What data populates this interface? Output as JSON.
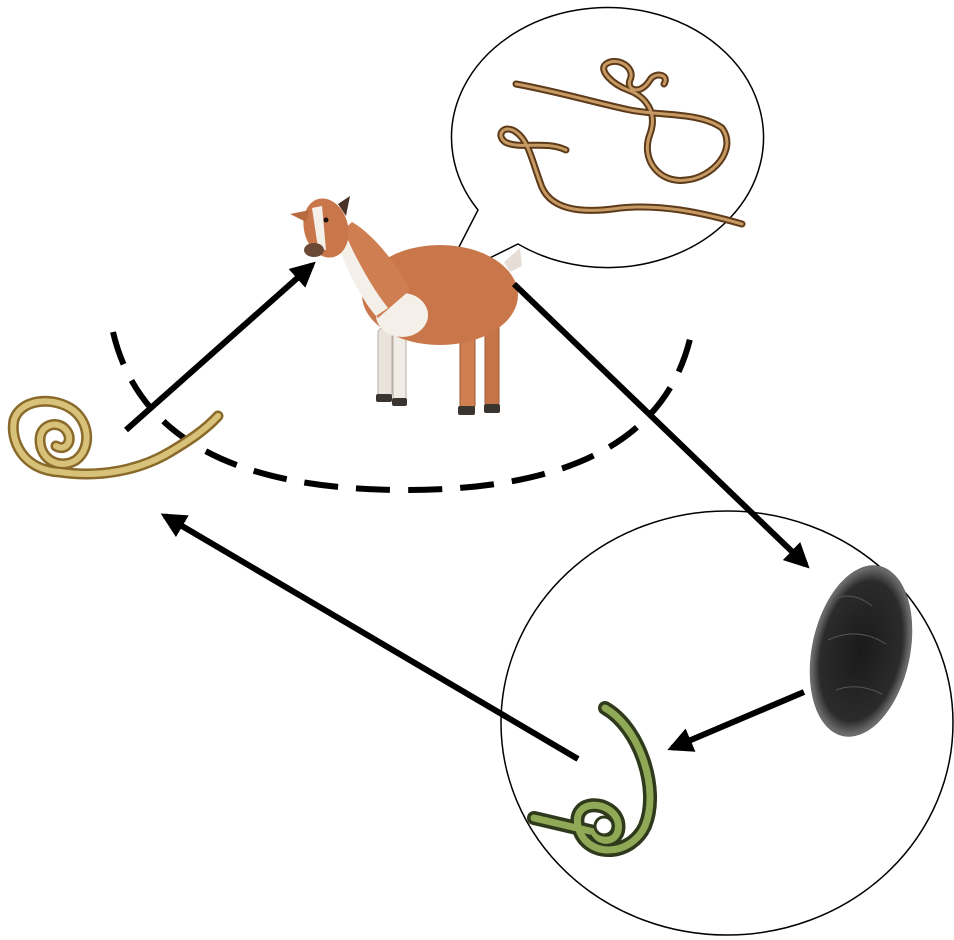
{
  "diagram": {
    "stages": [
      {
        "id": "host",
        "name": "goat-host"
      },
      {
        "id": "adult",
        "name": "adult-worms"
      },
      {
        "id": "egg",
        "name": "egg"
      },
      {
        "id": "larva-l1",
        "name": "hatched-larva"
      },
      {
        "id": "larva-l3",
        "name": "infective-larva"
      }
    ],
    "arrows": [
      {
        "from": "larva-l3",
        "to": "host"
      },
      {
        "from": "host",
        "to": "egg"
      },
      {
        "from": "egg",
        "to": "larva-l1"
      },
      {
        "from": "larva-l1",
        "to": "larva-l3"
      }
    ],
    "colors": {
      "line": "#000000",
      "goat_coat": "#c9774a",
      "goat_white": "#f4efe9",
      "worm_brown": "#8a5a2b",
      "larva_tan": "#c9ad63",
      "larva_green": "#6f8a3c",
      "egg_dark": "#2a2a2a"
    }
  }
}
